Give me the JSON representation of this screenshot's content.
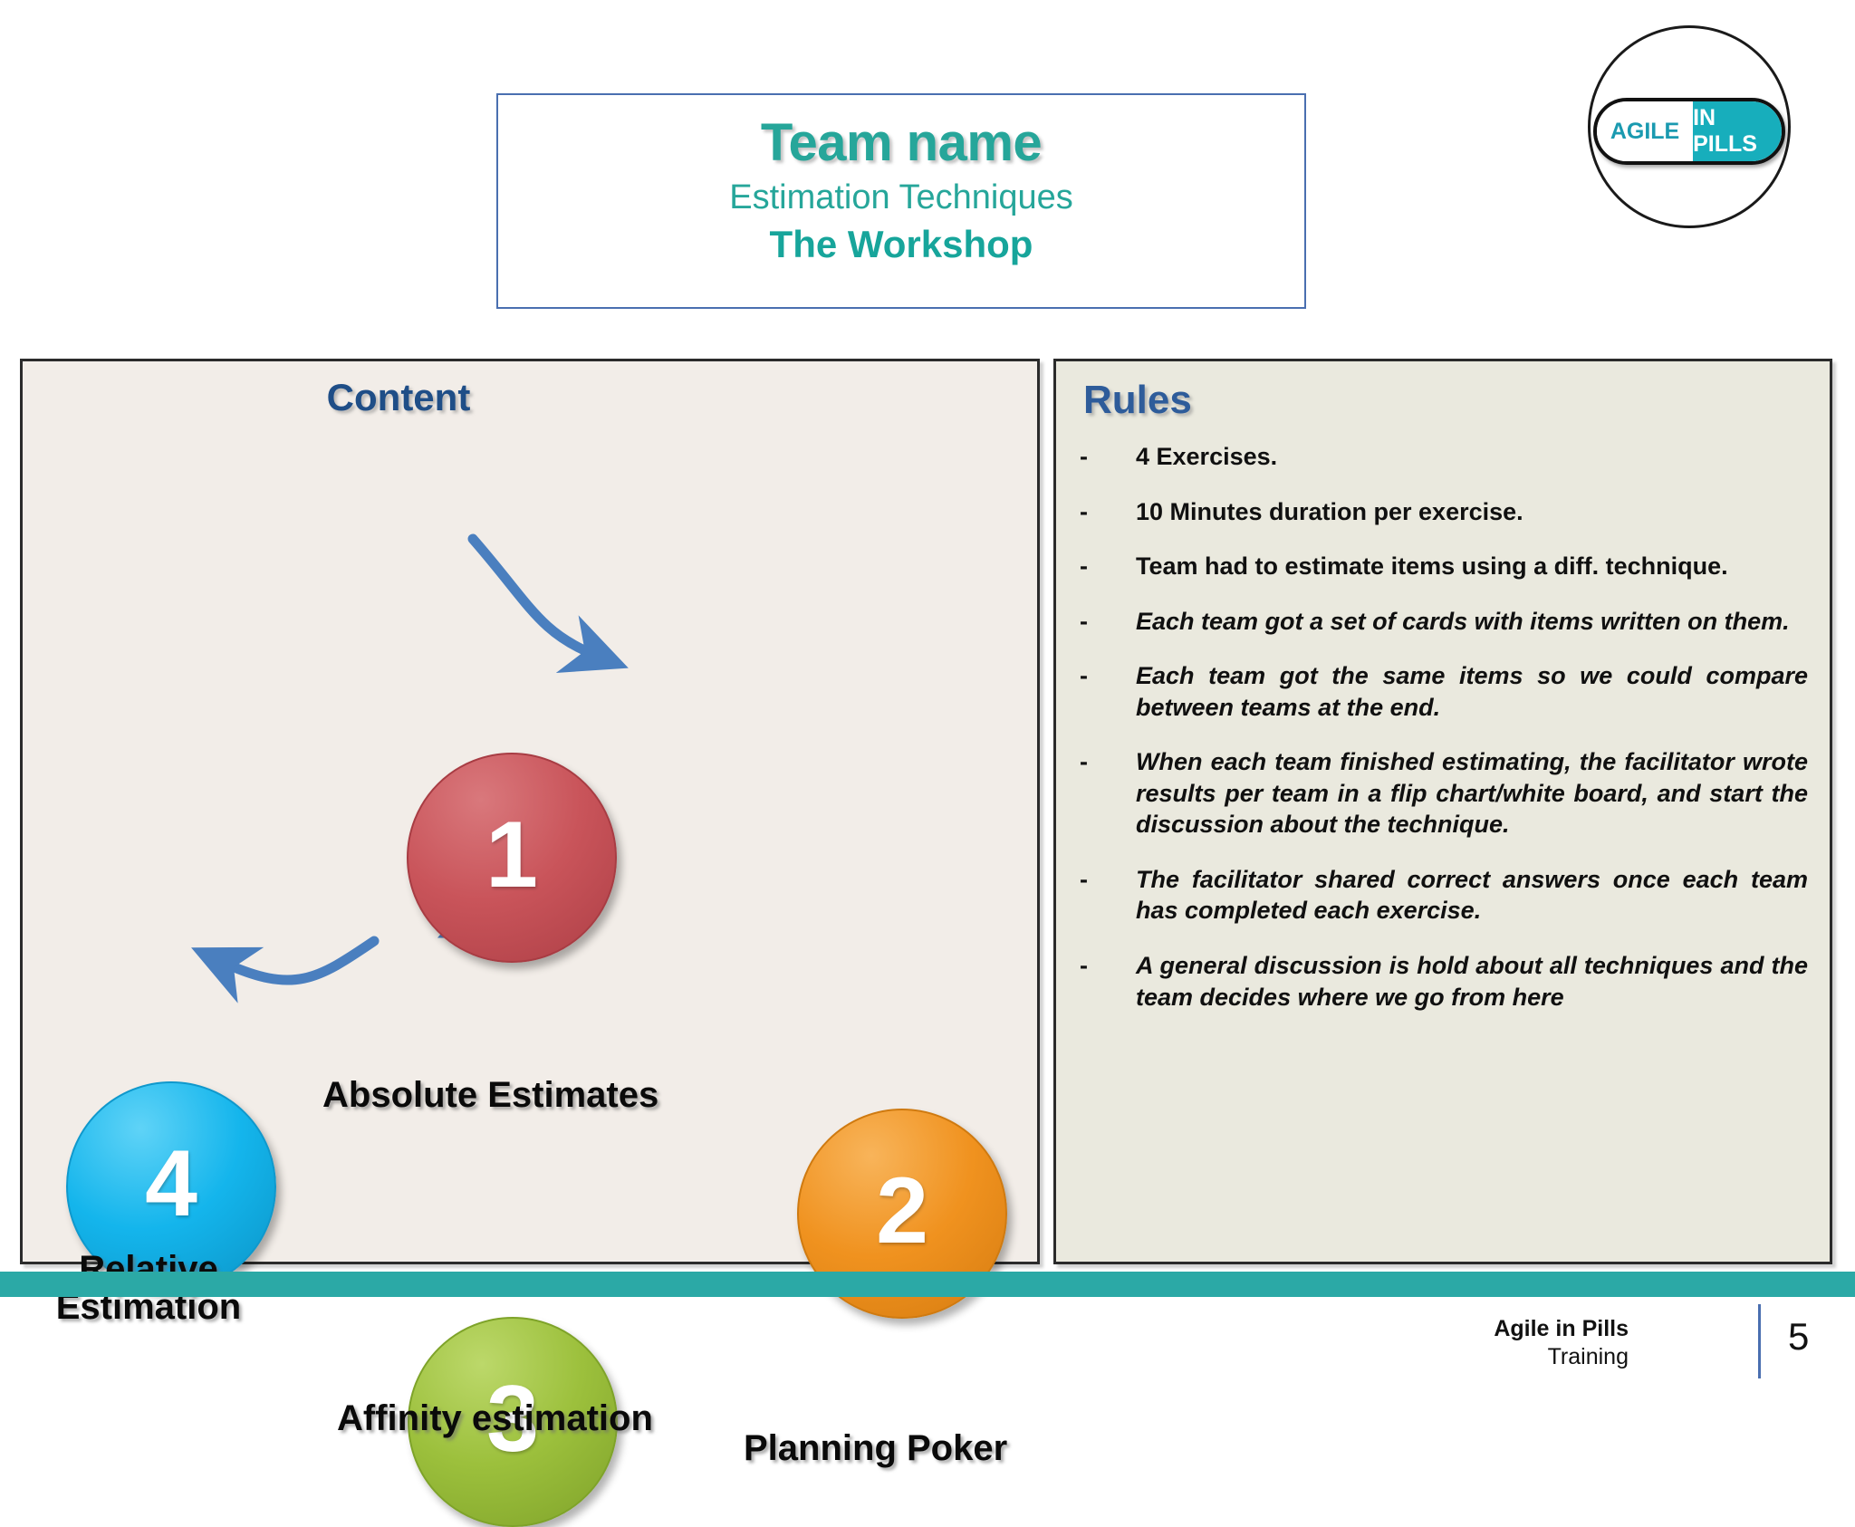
{
  "title": {
    "main": "Team name",
    "subtitle": "Estimation Techniques",
    "third_line": "The Workshop"
  },
  "logo": {
    "left_text": "AGILE",
    "right_text": "IN PILLS"
  },
  "content_panel": {
    "heading": "Content",
    "nodes": [
      {
        "number": "1",
        "label": "Absolute Estimates",
        "color": "#C9545A"
      },
      {
        "number": "2",
        "label": "Planning Poker",
        "color": "#F0921F"
      },
      {
        "number": "3",
        "label": "Affinity estimation",
        "color": "#9CC03C"
      },
      {
        "number": "4",
        "label_line1": "Relative",
        "label_line2": "Estimation",
        "color": "#14B5EC"
      }
    ],
    "arrow_color": "#4A7FBF"
  },
  "rules_panel": {
    "heading": "Rules",
    "bullet_marker": "-",
    "items": [
      {
        "text": "4 Exercises.",
        "italic": false
      },
      {
        "text": "10 Minutes duration per exercise.",
        "italic": false
      },
      {
        "text": "Team had to estimate items using a diff. technique.",
        "italic": false
      },
      {
        "text": "Each team got a set of cards with items written on them.",
        "italic": true
      },
      {
        "text": "Each team got the same items so we could compare between teams at the end.",
        "italic": true
      },
      {
        "text": "When each team finished estimating, the facilitator wrote results per team in a flip chart/white board, and start the discussion about the technique.",
        "italic": true
      },
      {
        "text": "The facilitator shared correct answers once each team has completed each exercise.",
        "italic": true
      },
      {
        "text": "A general discussion is hold about all techniques and the team decides where we go from here",
        "italic": true
      }
    ]
  },
  "footer": {
    "brand_name": "Agile in Pills",
    "brand_sub": "Training",
    "page_number": "5",
    "bar_color": "#2BA9A6"
  }
}
